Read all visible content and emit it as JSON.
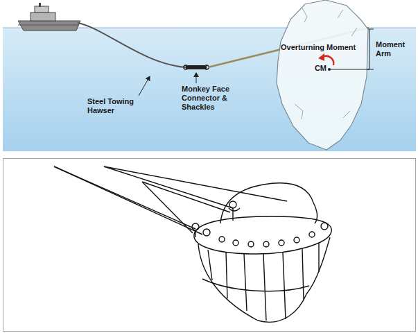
{
  "diagram": {
    "nodes": [
      {
        "text": [
          "Overturning Moment",
          "CM"
        ]
      }
    ],
    "labels": [
      "Steel Towing Hawser",
      "Monkey Face Connector & Shackles",
      "Moment Arm"
    ]
  }
}
